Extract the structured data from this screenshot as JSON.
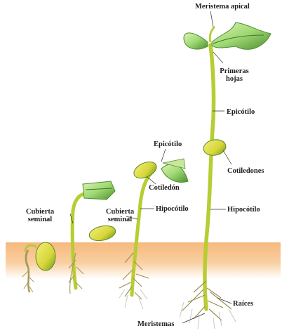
{
  "labels": {
    "meristema_apical": "Meristema apical",
    "primeras_hojas_1": "Primeras",
    "primeras_hojas_2": "hojas",
    "epicotilo_top": "Epicótilo",
    "epicotilo_mid": "Epicótilo",
    "cotiledon": "Cotiledón",
    "cubierta_seminal_1_line1": "Cubierta",
    "cubierta_seminal_1_line2": "seminal",
    "cubierta_seminal_2_line1": "Cubierta",
    "cubierta_seminal_2_line2": "seminal",
    "hipocotilo_left": "Hipocótilo",
    "hipocotilo_right": "Hipocótilo",
    "cotiledones": "Cotiledones",
    "raices": "Raíces",
    "meristemas": "Meristemas"
  },
  "colors": {
    "soil": "#f6b97e",
    "stem": "#c9dc3a",
    "stem_dark": "#8aa020",
    "leaf": "#aee07a",
    "leaf_dark": "#4e8f2e",
    "cotyledon": "#e7e050",
    "root": "#9c8d52",
    "fine_root": "#bdbdbd"
  }
}
